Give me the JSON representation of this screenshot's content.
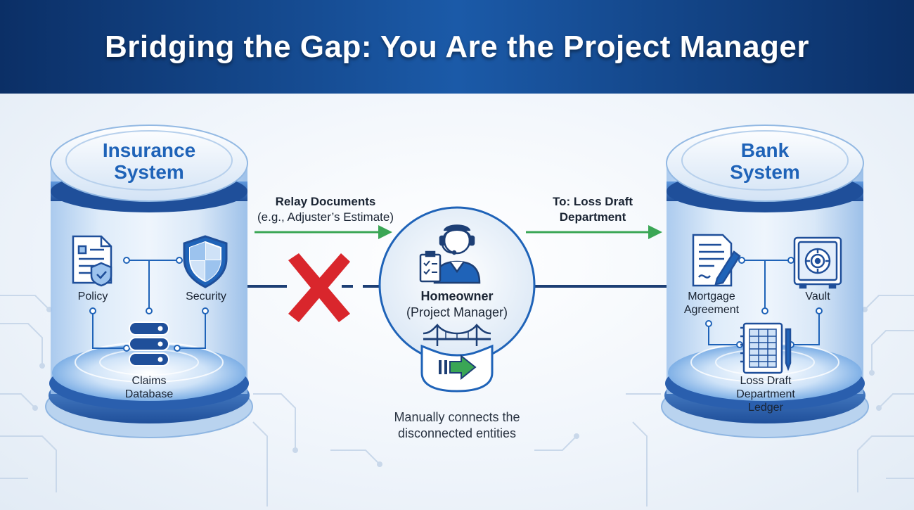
{
  "title": "Bridging the Gap: You Are the Project Manager",
  "insurance": {
    "title_line1": "Insurance",
    "title_line2": "System",
    "items": {
      "policy": "Policy",
      "security": "Security",
      "claims_line1": "Claims",
      "claims_line2": "Database"
    }
  },
  "bank": {
    "title_line1": "Bank",
    "title_line2": "System",
    "items": {
      "mortgage_line1": "Mortgage",
      "mortgage_line2": "Agreement",
      "vault": "Vault",
      "ledger_line1": "Loss Draft",
      "ledger_line2": "Department",
      "ledger_line3": "Ledger"
    }
  },
  "relay": {
    "line1": "Relay Documents",
    "line2": "(e.g., Adjuster’s Estimate)"
  },
  "to_dept": {
    "line1": "To: Loss Draft",
    "line2": "Department"
  },
  "homeowner": {
    "name": "Homeowner",
    "role": "(Project Manager)"
  },
  "caption": {
    "line1": "Manually connects the",
    "line2": "disconnected entities"
  },
  "colors": {
    "header": "#0b2f66",
    "accent_blue": "#1f63b8",
    "arrow_green": "#3aa655",
    "x_red": "#d9262c",
    "line_navy": "#1d3f75"
  },
  "icons": [
    "document-shield-icon",
    "shield-icon",
    "database-icon",
    "contract-pen-icon",
    "vault-icon",
    "ledger-icon",
    "headset-person-icon",
    "bridge-icon",
    "arrow-right-icon",
    "x-mark-icon"
  ]
}
